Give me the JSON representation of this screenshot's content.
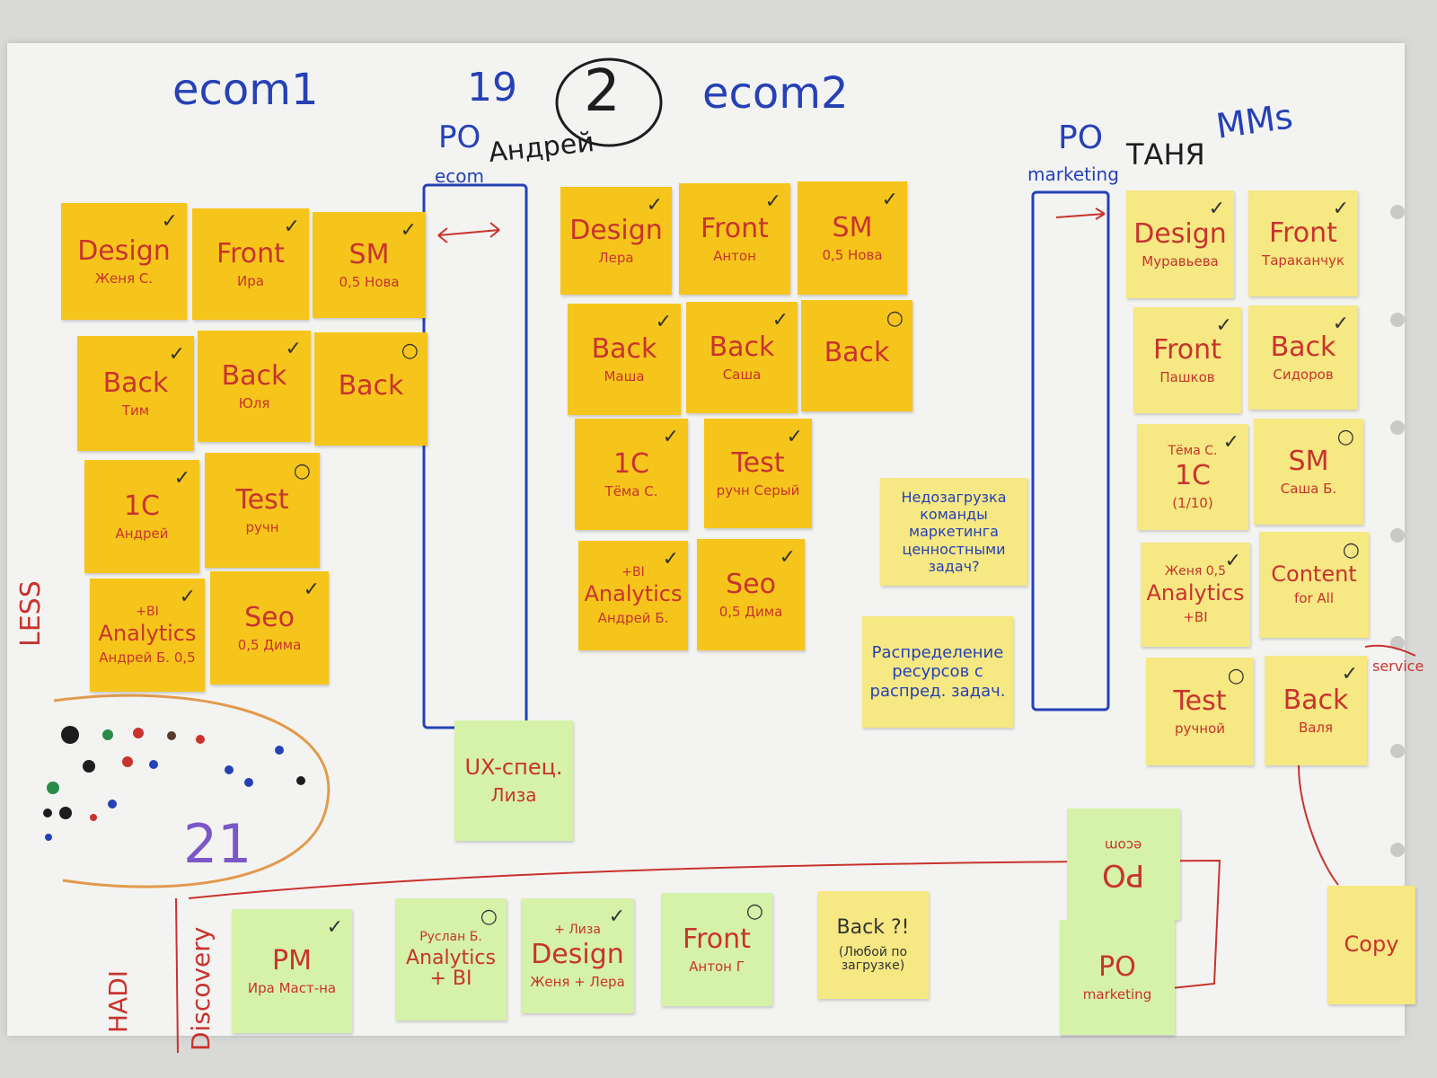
{
  "headers": {
    "ecom1": "ecom1",
    "n19": "19",
    "circled": "2",
    "ecom2": "ecom2",
    "po_left": "PO",
    "po_left_name": "Андрей",
    "po_left_sub": "ecom",
    "po_right": "PO",
    "po_right_name": "ТАНЯ",
    "po_right_sub": "marketing",
    "mms": "MMs",
    "less": "LESS",
    "hadi": "HADI",
    "discovery": "Discovery",
    "service": "service",
    "number_21": "21"
  },
  "notes": {
    "e1": [
      {
        "title": "Design",
        "sub": "Женя С.",
        "mark": "✓"
      },
      {
        "title": "Front",
        "sub": "Ира",
        "mark": "✓"
      },
      {
        "title": "SM",
        "sub": "0,5 Нова",
        "mark": "✓"
      },
      {
        "title": "Back",
        "sub": "Тим",
        "mark": "✓"
      },
      {
        "title": "Back",
        "sub": "Юля",
        "mark": "✓"
      },
      {
        "title": "Back",
        "sub": "",
        "mark": "○"
      },
      {
        "title": "1C",
        "sub": "Андрей",
        "mark": "✓"
      },
      {
        "title": "Test",
        "sub": "ручн",
        "mark": "○"
      },
      {
        "title": "Analytics",
        "pre": "+BI",
        "sub": "Андрей Б. 0,5",
        "mark": "✓"
      },
      {
        "title": "Seo",
        "sub": "0,5 Дима",
        "mark": "✓"
      }
    ],
    "e2": [
      {
        "title": "Design",
        "sub": "Лера",
        "mark": "✓"
      },
      {
        "title": "Front",
        "sub": "Антон",
        "mark": "✓"
      },
      {
        "title": "SM",
        "sub": "0,5 Нова",
        "mark": "✓"
      },
      {
        "title": "Back",
        "sub": "Маша",
        "mark": "✓"
      },
      {
        "title": "Back",
        "sub": "Саша",
        "mark": "✓"
      },
      {
        "title": "Back",
        "sub": "",
        "mark": "○"
      },
      {
        "title": "1C",
        "sub": "Тёма С.",
        "mark": "✓"
      },
      {
        "title": "Test",
        "sub": "ручн Серый",
        "mark": "✓"
      },
      {
        "title": "Analytics",
        "pre": "+BI",
        "sub": "Андрей Б.",
        "mark": "✓"
      },
      {
        "title": "Seo",
        "sub": "0,5 Дима",
        "mark": "✓"
      }
    ],
    "mms": [
      {
        "title": "Design",
        "sub": "Муравьева",
        "mark": "✓"
      },
      {
        "title": "Front",
        "sub": "Тараканчук",
        "mark": "✓"
      },
      {
        "title": "Front",
        "sub": "Пашков",
        "mark": "✓"
      },
      {
        "title": "Back",
        "sub": "Сидоров",
        "mark": "✓"
      },
      {
        "title": "1C",
        "pre": "Тёма С.",
        "sub": "(1/10)",
        "mark": "✓"
      },
      {
        "title": "SM",
        "sub": "Саша Б.",
        "mark": "○"
      },
      {
        "title": "Analytics",
        "pre": "Женя 0,5",
        "sub": "+BI",
        "mark": "✓"
      },
      {
        "title": "Content",
        "sub": "for All",
        "mark": "○"
      },
      {
        "title": "Test",
        "sub": "ручной",
        "mark": "○"
      },
      {
        "title": "Back",
        "sub": "Валя",
        "mark": "✓"
      }
    ],
    "ux": {
      "title": "UX-спец.",
      "sub": "Лиза"
    },
    "mid1": "Недозагрузка команды маркетинга ценностными задач?",
    "mid2": "Распределение ресурсов с распред. задач.",
    "bottom": [
      {
        "title": "PM",
        "sub": "Ира Маст-на",
        "mark": "✓"
      },
      {
        "title": "Analytics + BI",
        "pre": "Руслан Б.",
        "mark": "○"
      },
      {
        "title": "Design",
        "pre": "+ Лиза",
        "sub": "Женя + Лера",
        "mark": "✓"
      },
      {
        "title": "Front",
        "sub": "Антон Г",
        "mark": "○"
      },
      {
        "title": "Back ?!",
        "sub": "(Любой по загрузке)",
        "mark": ""
      }
    ],
    "po_ecom": {
      "title": "PO",
      "sub": "ecom"
    },
    "po_marketing": {
      "title": "PO",
      "sub": "marketing"
    },
    "copy": "Copy"
  },
  "colors": {
    "marker_blue": "#2641b5",
    "marker_red": "#c8332e",
    "marker_black": "#1d1d1d",
    "sticky_orange": "#f6c51c",
    "sticky_pale": "#f6e882",
    "sticky_green": "#d5f2a8"
  }
}
